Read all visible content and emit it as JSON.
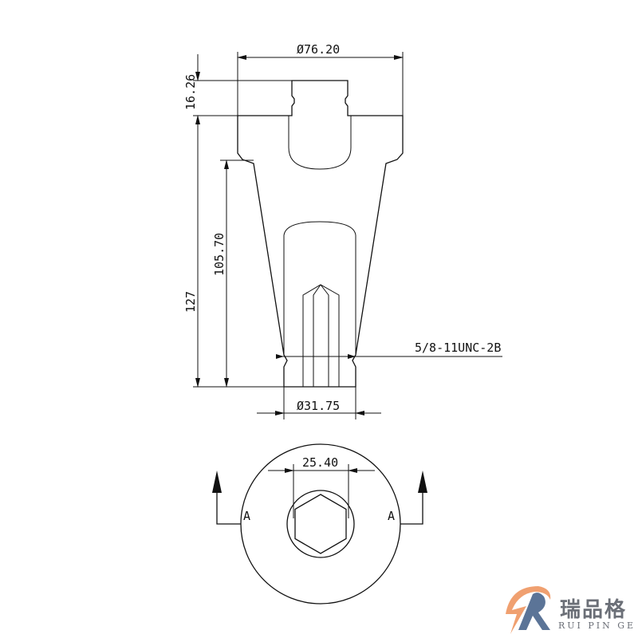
{
  "drawing": {
    "dimensions": {
      "top_diameter": "Ø76.20",
      "boss_height": "16.26",
      "total_height": "127",
      "taper_height": "105.70",
      "bottom_diameter": "Ø31.75",
      "hex_across_flats": "25.40",
      "thread_callout": "5/8-11UNC-2B"
    },
    "section_labels": {
      "left": "A",
      "right": "A"
    }
  },
  "logo": {
    "chinese": "瑞品格",
    "english": "RUI PIN GE",
    "colors": {
      "orange": "#f0a070",
      "blue": "#5b7497",
      "gray": "#6b6f77"
    }
  }
}
